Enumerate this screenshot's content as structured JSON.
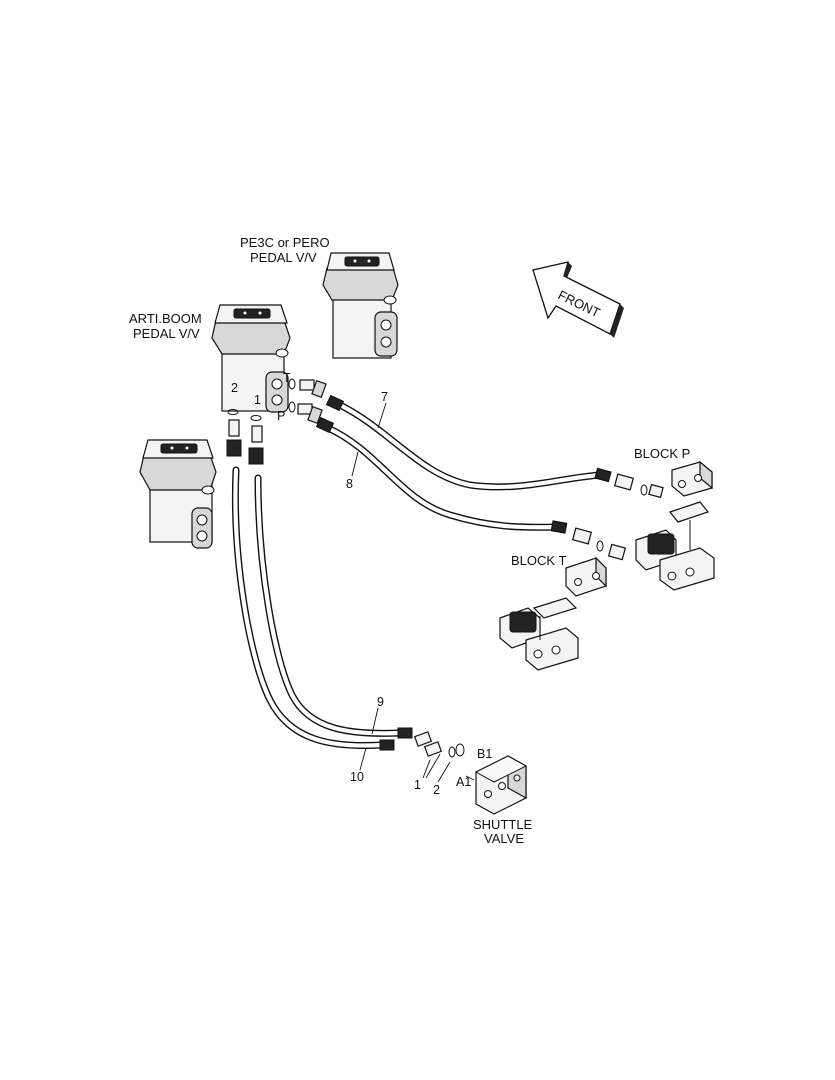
{
  "labels": {
    "pe3c_line1": "PE3C or PERO",
    "pe3c_line2": "PEDAL V/V",
    "arti_line1": "ARTI.BOOM",
    "arti_line2": "PEDAL V/V",
    "front": "FRONT",
    "block_p": "BLOCK P",
    "block_t": "BLOCK T",
    "shuttle_line1": "SHUTTLE",
    "shuttle_line2": "VALVE",
    "port_t": "T",
    "port_p": "P",
    "port_2": "2",
    "port_1": "1",
    "port_b1": "B1",
    "port_a1": "A1"
  },
  "callouts": {
    "c7": "7",
    "c8": "8",
    "c9": "9",
    "c10": "10",
    "c1": "1",
    "c2": "2"
  }
}
